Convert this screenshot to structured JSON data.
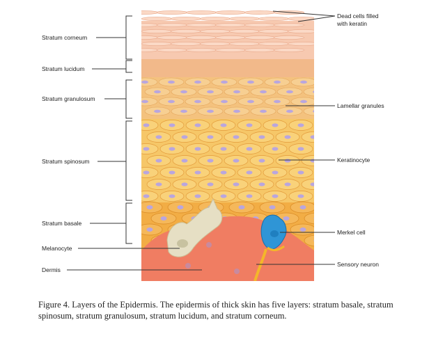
{
  "figure": {
    "left_labels": {
      "corneum": "Stratum corneum",
      "lucidum": "Stratum lucidum",
      "granulosum": "Stratum granulosum",
      "spinosum": "Stratum spinosum",
      "basale": "Stratum basale",
      "melanocyte": "Melanocyte",
      "dermis": "Dermis"
    },
    "right_labels": {
      "dead_cells_line1": "Dead cells filled",
      "dead_cells_line2": "with keratin",
      "lamellar": "Lamellar granules",
      "keratinocyte": "Keratinocyte",
      "merkel": "Merkel cell",
      "sensory": "Sensory neuron"
    },
    "colors": {
      "corneum": "#f7c9b0",
      "lucidum": "#f2b98a",
      "granulosum": "#f4c27e",
      "spinosum": "#f6c768",
      "basale": "#f2ad45",
      "dermis": "#f07d62",
      "nucleus": "#b9a6de",
      "merkel": "#2f95d6",
      "melanocyte": "#e6dfc4"
    }
  },
  "caption": "Figure 4. Layers of the Epidermis. The epidermis of thick skin has five layers: stratum basale, stratum spinosum, stratum granulosum, stratum lucidum, and stratum corneum."
}
